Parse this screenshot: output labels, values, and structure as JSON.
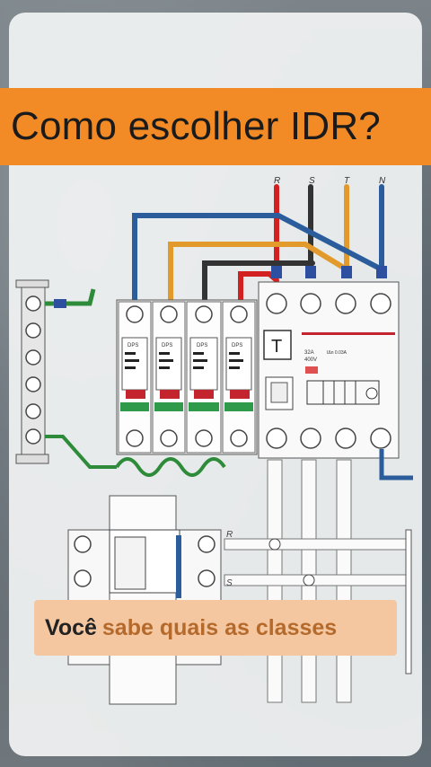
{
  "title": "Como escolher IDR?",
  "caption": {
    "highlight": "Você",
    "rest": "sabe quais as classes"
  },
  "diagram": {
    "phase_labels": [
      "R",
      "S",
      "T",
      "N"
    ],
    "dps_labels": [
      "DPS",
      "DPS",
      "DPS",
      "DPS"
    ],
    "idr_test_button": "T",
    "idr_rating": "32A\n400V",
    "idr_spec": "IΔn 0.03A",
    "busbar_labels": [
      "R",
      "S"
    ]
  },
  "colors": {
    "title_bar": "#f28a26",
    "caption_bg": "#f4c7a1",
    "caption_accent": "#b56a2c",
    "wire_r": "#d32020",
    "wire_s": "#333333",
    "wire_t": "#e39a2c",
    "wire_n": "#2b5c9c",
    "ground": "#2e8b3a"
  }
}
